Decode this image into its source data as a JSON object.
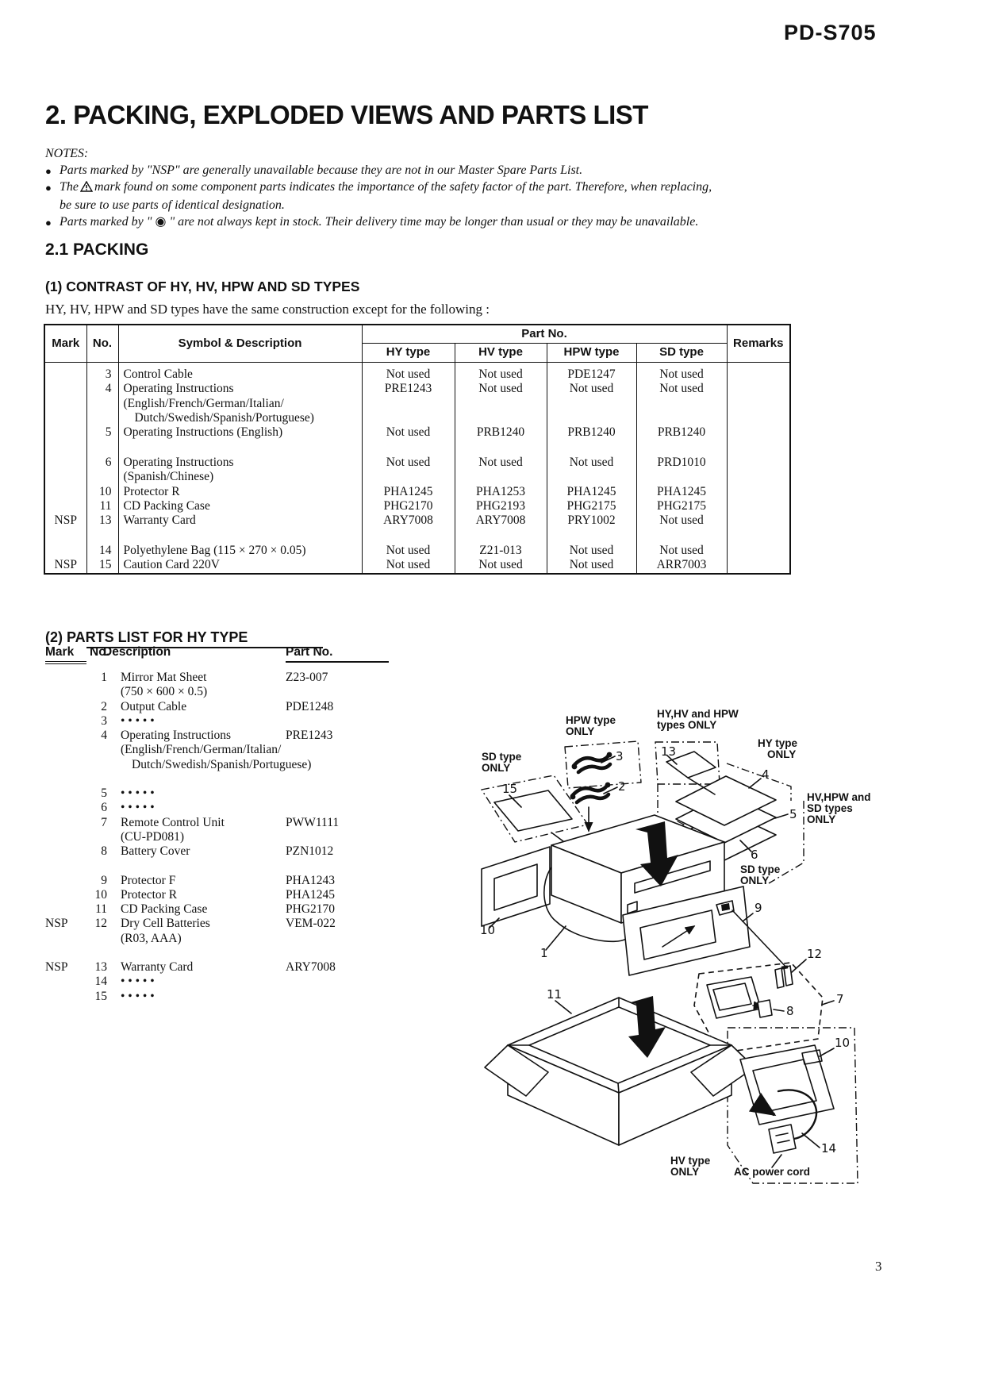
{
  "page": {
    "model": "PD-S705",
    "title": "2. PACKING, EXPLODED VIEWS AND PARTS LIST",
    "page_number": "3"
  },
  "notes": {
    "heading": "NOTES:",
    "bullet": "●",
    "note1": "Parts marked by \"NSP\" are generally unavailable because they are not in our Master Spare Parts List.",
    "note2_pre": "The",
    "note2_post": "mark found on some component parts indicates the importance of the safety factor of the part. Therefore,  when  replacing,",
    "note2_line2": "be sure to use parts of identical designation.",
    "note3": "Parts marked by \" ◉ \" are not always kept in stock. Their delivery time may be longer than usual or they may be unavailable."
  },
  "packing": {
    "section_title": "2.1 PACKING",
    "contrast_title": "(1) CONTRAST OF HY, HV, HPW AND SD TYPES",
    "contrast_intro": "HY, HV, HPW and SD types have the same construction except for the following :"
  },
  "contrast_table": {
    "headers": {
      "mark": "Mark",
      "no": "No.",
      "symbol": "Symbol & Description",
      "part_no": "Part No.",
      "hy": "HY type",
      "hv": "HV type",
      "hpw": "HPW type",
      "sd": "SD type",
      "remarks": "Remarks"
    },
    "rows": [
      {
        "mark": "",
        "no": "3",
        "desc": [
          "Control Cable"
        ],
        "hy": "Not used",
        "hv": "Not used",
        "hpw": "PDE1247",
        "sd": "Not used",
        "remarks": ""
      },
      {
        "mark": "",
        "no": "4",
        "desc": [
          "Operating Instructions",
          "(English/French/German/Italian/",
          "Dutch/Swedish/Spanish/Portuguese)"
        ],
        "hy": "PRE1243",
        "hv": "Not used",
        "hpw": "Not used",
        "sd": "Not used",
        "remarks": ""
      },
      {
        "mark": "",
        "no": "5",
        "desc": [
          "Operating Instructions (English)"
        ],
        "hy": "Not used",
        "hv": "PRB1240",
        "hpw": "PRB1240",
        "sd": "PRB1240",
        "remarks": ""
      },
      {
        "mark": "",
        "no": "6",
        "desc": [
          "Operating Instructions",
          "(Spanish/Chinese)"
        ],
        "hy": "Not used",
        "hv": "Not used",
        "hpw": "Not used",
        "sd": "PRD1010",
        "remarks": "",
        "cls": "gap"
      },
      {
        "mark": "",
        "no": "10",
        "desc": [
          "Protector R"
        ],
        "hy": "PHA1245",
        "hv": "PHA1253",
        "hpw": "PHA1245",
        "sd": "PHA1245",
        "remarks": ""
      },
      {
        "mark": "",
        "no": "11",
        "desc": [
          "CD Packing Case"
        ],
        "hy": "PHG2170",
        "hv": "PHG2193",
        "hpw": "PHG2175",
        "sd": "PHG2175",
        "remarks": ""
      },
      {
        "mark": "NSP",
        "no": "13",
        "desc": [
          "Warranty Card"
        ],
        "hy": "ARY7008",
        "hv": "ARY7008",
        "hpw": "PRY1002",
        "sd": "Not used",
        "remarks": ""
      },
      {
        "mark": "",
        "no": "14",
        "desc": [
          "Polyethylene Bag (115 × 270 × 0.05)"
        ],
        "hy": "Not used",
        "hv": "Z21-013",
        "hpw": "Not used",
        "sd": "Not used",
        "remarks": "",
        "cls": "gap"
      },
      {
        "mark": "NSP",
        "no": "15",
        "desc": [
          "Caution Card 220V"
        ],
        "hy": "Not used",
        "hv": "Not used",
        "hpw": "Not used",
        "sd": "ARR7003",
        "remarks": ""
      }
    ]
  },
  "parts_list": {
    "title": "(2) PARTS LIST FOR HY TYPE",
    "headers": {
      "mark": "Mark",
      "no": "No.",
      "description": "Description",
      "part_no": "Part No."
    },
    "rows": [
      {
        "mark": "",
        "no": "1",
        "desc": [
          "Mirror Mat Sheet",
          "(750 × 600 × 0.5)"
        ],
        "part": "Z23-007"
      },
      {
        "mark": "",
        "no": "2",
        "desc": [
          "Output Cable"
        ],
        "part": "PDE1248"
      },
      {
        "mark": "",
        "no": "3",
        "desc": [
          "• • • • •"
        ],
        "part": ""
      },
      {
        "mark": "",
        "no": "4",
        "desc": [
          "Operating Instructions",
          "(English/French/German/Italian/",
          "Dutch/Swedish/Spanish/Portuguese)"
        ],
        "part": "PRE1243"
      },
      {
        "mark": "",
        "no": "5",
        "desc": [
          "• • • • •"
        ],
        "part": "",
        "cls": "gap"
      },
      {
        "mark": "",
        "no": "6",
        "desc": [
          "• • • • •"
        ],
        "part": ""
      },
      {
        "mark": "",
        "no": "7",
        "desc": [
          "Remote Control Unit",
          "(CU-PD081)"
        ],
        "part": "PWW1111"
      },
      {
        "mark": "",
        "no": "8",
        "desc": [
          "Battery Cover"
        ],
        "part": "PZN1012"
      },
      {
        "mark": "",
        "no": "9",
        "desc": [
          "Protector F"
        ],
        "part": "PHA1243",
        "cls": "gap"
      },
      {
        "mark": "",
        "no": "10",
        "desc": [
          "Protector R"
        ],
        "part": "PHA1245"
      },
      {
        "mark": "",
        "no": "11",
        "desc": [
          "CD Packing Case"
        ],
        "part": "PHG2170"
      },
      {
        "mark": "NSP",
        "no": "12",
        "desc": [
          "Dry Cell Batteries",
          "(R03, AAA)"
        ],
        "part": "VEM-022"
      },
      {
        "mark": "NSP",
        "no": "13",
        "desc": [
          "Warranty Card"
        ],
        "part": "ARY7008",
        "cls": "gap"
      },
      {
        "mark": "",
        "no": "14",
        "desc": [
          "• • • • •"
        ],
        "part": ""
      },
      {
        "mark": "",
        "no": "15",
        "desc": [
          "• • • • •"
        ],
        "part": ""
      }
    ]
  },
  "diagram": {
    "labels": {
      "sd1_l1": "SD type",
      "sd1_l2": "ONLY",
      "hpw_l1": "HPW type",
      "hpw_l2": "ONLY",
      "hyhvhpw_l1": "HY,HV and HPW",
      "hyhvhpw_l2": "types ONLY",
      "hy_l1": "HY type",
      "hy_l2": "ONLY",
      "hvhpwsd_l1": "HV,HPW and",
      "hvhpwsd_l2": "SD types",
      "hvhpwsd_l3": "ONLY",
      "sd2_l1": "SD type",
      "sd2_l2": "ONLY",
      "hv_l1": "HV type",
      "hv_l2": "ONLY",
      "ac_cord": "AC power cord"
    },
    "callouts": {
      "n1": "1",
      "n2": "2",
      "n3": "3",
      "n4": "4",
      "n5": "5",
      "n6": "6",
      "n7": "7",
      "n8": "8",
      "n9": "9",
      "n10": "10",
      "n10b": "10",
      "n11": "11",
      "n12": "12",
      "n13": "13",
      "n14": "14",
      "n15": "15"
    }
  }
}
